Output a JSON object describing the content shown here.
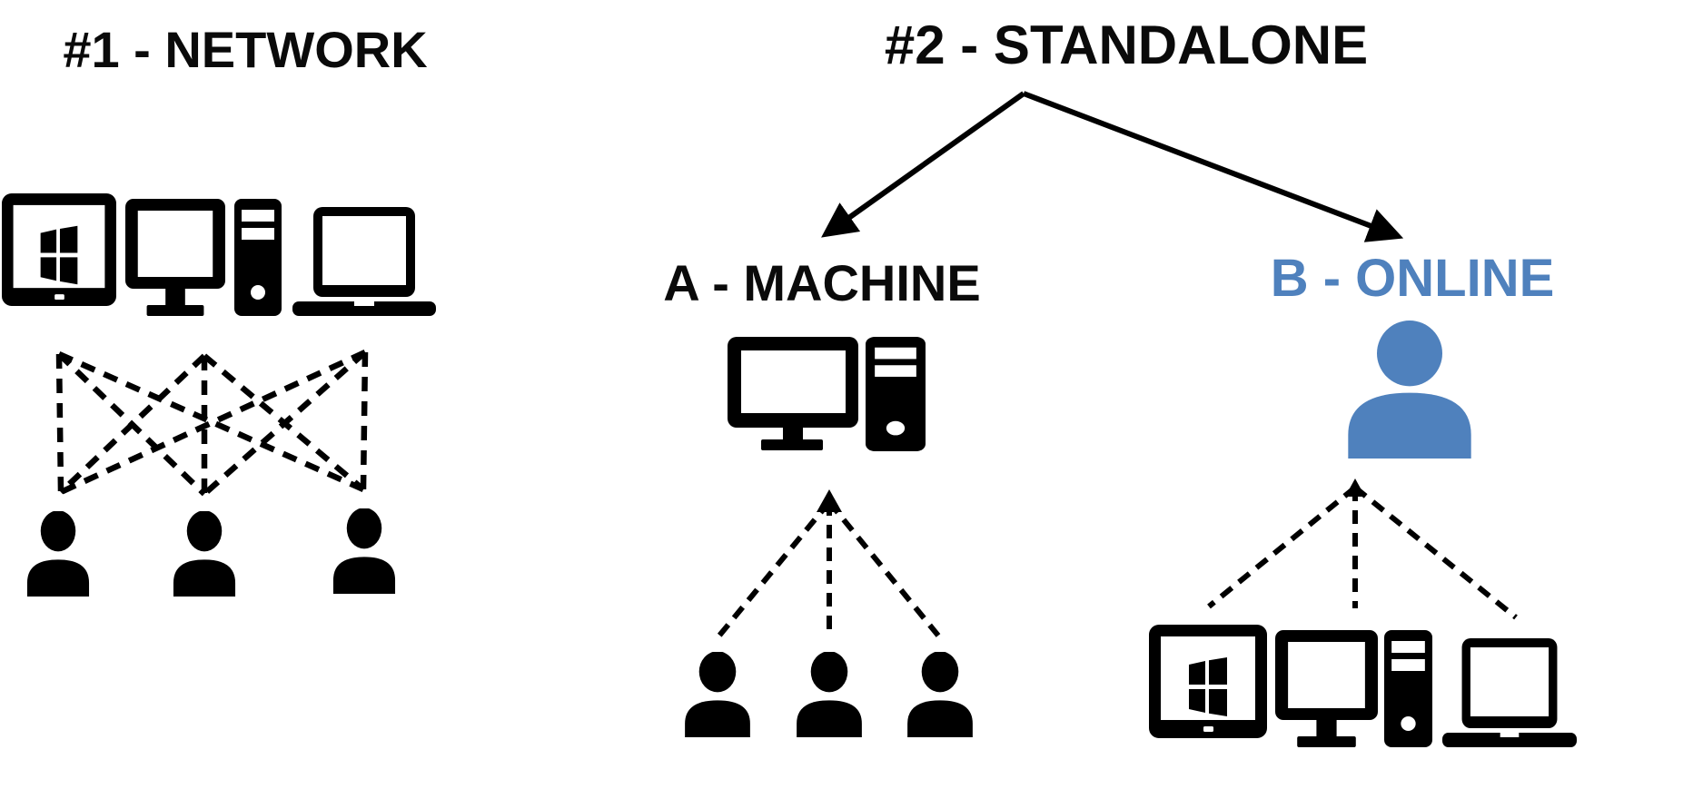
{
  "network": {
    "title": "#1 - NETWORK",
    "devices": [
      "windows-tablet-icon",
      "monitor-icon",
      "pc-tower-icon",
      "laptop-icon"
    ],
    "users": [
      "user-icon",
      "user-icon",
      "user-icon"
    ],
    "connection_style": "dashed-full-mesh"
  },
  "standalone": {
    "title": "#2 - STANDALONE",
    "machine": {
      "label": "A - MACHINE",
      "device": "desktop-pc-icon",
      "users": [
        "user-icon",
        "user-icon",
        "user-icon"
      ],
      "connection_style": "dashed-tree-up-arrow"
    },
    "online": {
      "label": "B - ONLINE",
      "user": "online-user-icon",
      "devices": [
        "windows-tablet-icon",
        "monitor-icon",
        "pc-tower-icon",
        "laptop-icon"
      ],
      "connection_style": "dashed-tree"
    }
  },
  "colors": {
    "accent_blue": "#4f81bd",
    "icon_black": "#000000",
    "background": "#ffffff"
  }
}
